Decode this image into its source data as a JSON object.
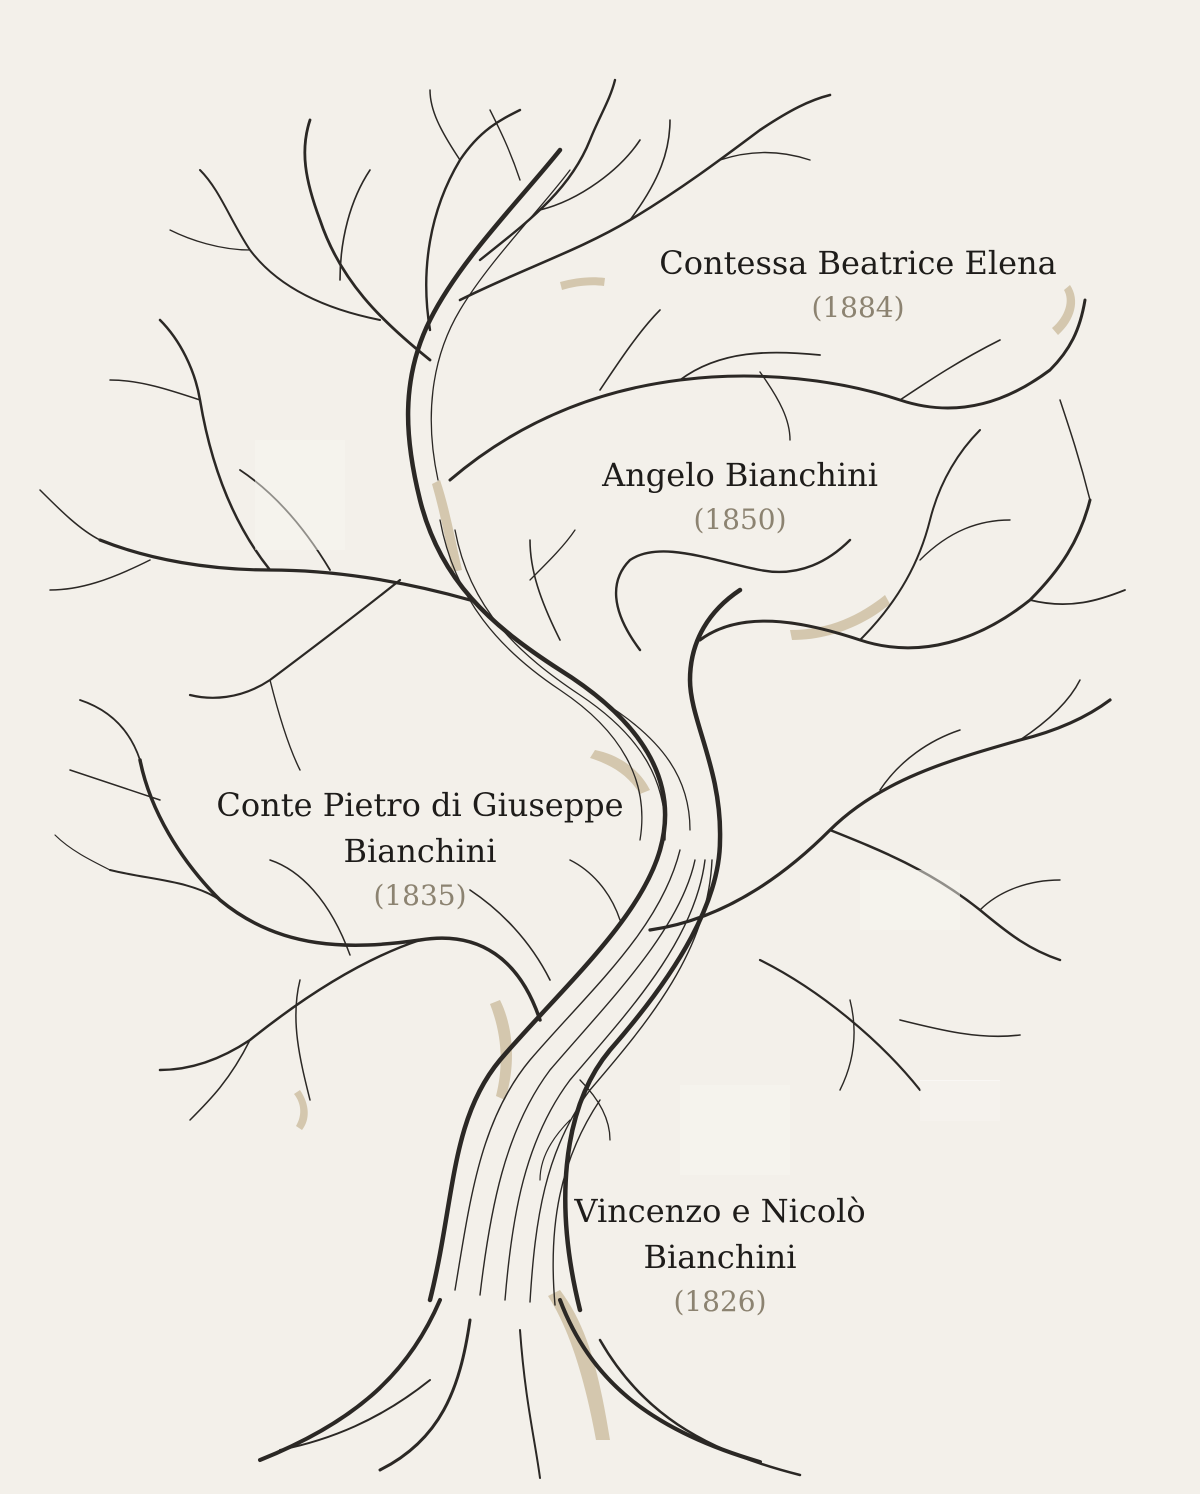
{
  "tree": {
    "people": [
      {
        "id": "beatrice",
        "name": "Contessa Beatrice Elena",
        "year": "(1884)"
      },
      {
        "id": "angelo",
        "name": "Angelo Bianchini",
        "year": "(1850)"
      },
      {
        "id": "pietro",
        "name_line1": "Conte Pietro di Giuseppe",
        "name_line2": "Bianchini",
        "year": "(1835)"
      },
      {
        "id": "vincenzo",
        "name_line1": "Vincenzo e Nicolò",
        "name_line2": "Bianchini",
        "year": "(1826)"
      }
    ],
    "colors": {
      "background": "#f3f0ea",
      "ink": "#2b2825",
      "accent_ochre": "#a8936a",
      "year_text": "#8c8371"
    }
  }
}
